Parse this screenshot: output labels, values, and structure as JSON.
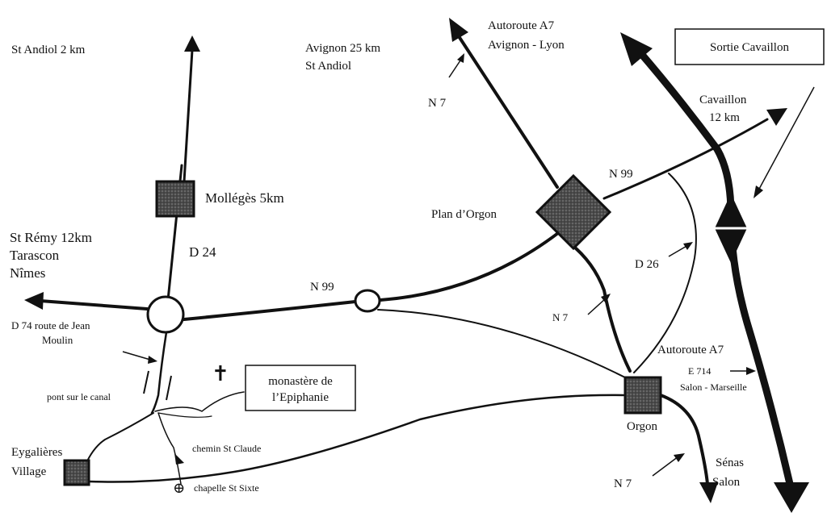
{
  "map": {
    "labels": {
      "st_andiol_2km": "St Andiol 2 km",
      "avignon_25km": "Avignon 25 km",
      "st_andiol": "St Andiol",
      "autoroute_a7_north": "Autoroute A7",
      "avignon_lyon": "Avignon - Lyon",
      "sortie_cavaillon": "Sortie Cavaillon",
      "n7_north": "N 7",
      "cavaillon": "Cavaillon",
      "cavaillon_12km": "12 km",
      "n99_east": "N 99",
      "plan_dorgon": "Plan d’Orgon",
      "mollegès": "Mollégès 5km",
      "st_remy": "St Rémy  12km",
      "tarascon": "Tarascon",
      "nimes": "Nîmes",
      "d24": "D 24",
      "d26": "D 26",
      "n99_west": "N 99",
      "d74_line1": "D 74 route de Jean",
      "d74_line2": "Moulin",
      "n7_middle": "N 7",
      "autoroute_a7_south": "Autoroute A7",
      "e714": "E 714",
      "salon_marseille": "Salon - Marseille",
      "monastere_line1": "monastère de",
      "monastere_line2": "l’Epiphanie",
      "pont_canal": "pont sur le canal",
      "orgon": "Orgon",
      "eygalieres_line1": "Eygalières",
      "eygalieres_line2": "Village",
      "chemin_st_claude": "chemin St Claude",
      "chapelle_st_sixte": "chapelle St Sixte",
      "n7_south": "N 7",
      "senas": "Sénas",
      "salon": "Salon"
    },
    "icons": {
      "cross": "✝",
      "chapel": "⊕"
    },
    "colors": {
      "ink": "#111111",
      "town_fill": "#555555"
    }
  }
}
